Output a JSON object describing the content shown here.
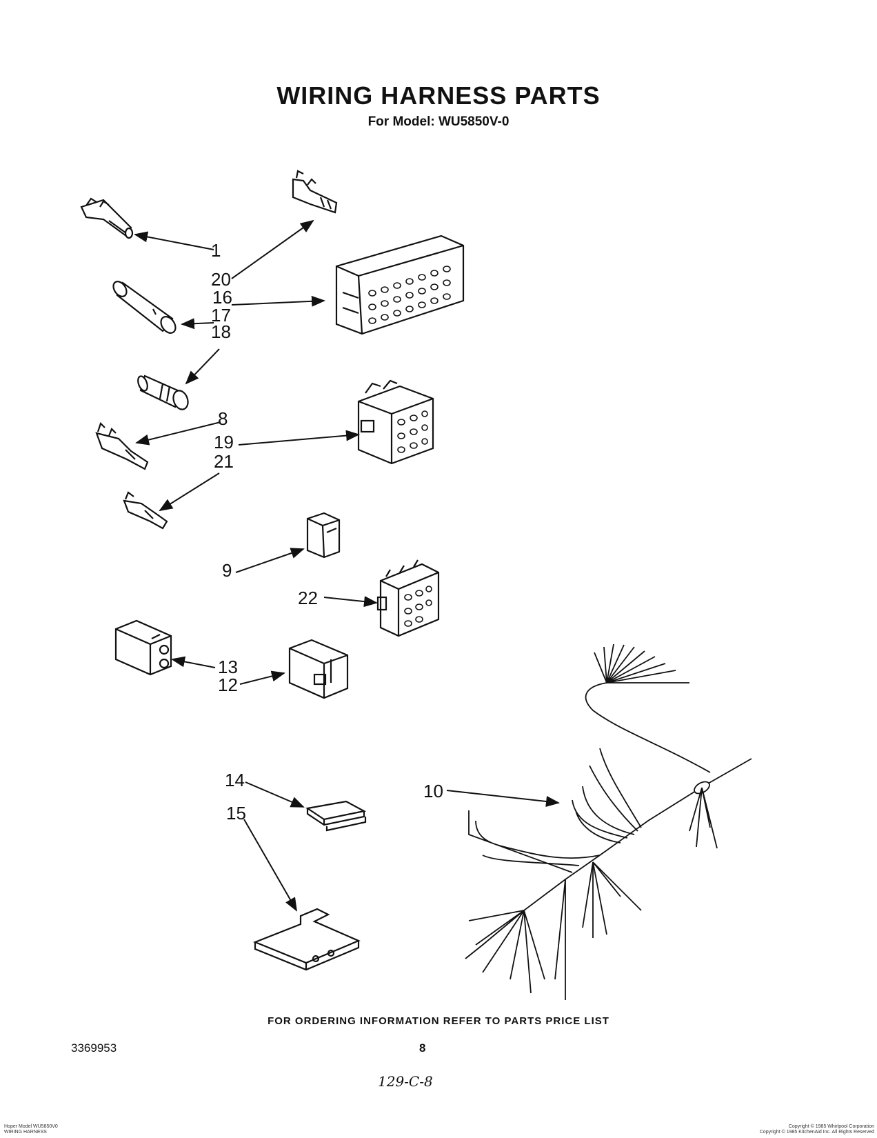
{
  "header": {
    "title": "WIRING HARNESS PARTS",
    "subtitle": "For Model: WU5850V-0"
  },
  "callouts": [
    {
      "id": "1",
      "label": "1"
    },
    {
      "id": "20",
      "label": "20"
    },
    {
      "id": "16",
      "label": "16"
    },
    {
      "id": "17",
      "label": "17"
    },
    {
      "id": "18",
      "label": "18"
    },
    {
      "id": "8",
      "label": "8"
    },
    {
      "id": "19",
      "label": "19"
    },
    {
      "id": "21",
      "label": "21"
    },
    {
      "id": "9",
      "label": "9"
    },
    {
      "id": "22",
      "label": "22"
    },
    {
      "id": "13",
      "label": "13"
    },
    {
      "id": "12",
      "label": "12"
    },
    {
      "id": "14",
      "label": "14"
    },
    {
      "id": "15",
      "label": "15"
    },
    {
      "id": "10",
      "label": "10"
    }
  ],
  "footer": {
    "ordering_note": "FOR ORDERING INFORMATION REFER TO PARTS PRICE LIST",
    "doc_number": "3369953",
    "page_number": "8",
    "handwritten_note": "129-C-8",
    "bottom_left_line1": "Hoper Model WU5850V0",
    "bottom_left_line2": "WIRING HARNESS",
    "bottom_right_line1": "Copyright © 1985 Whirlpool Corporation",
    "bottom_right_line2": "Copyright © 1985 KitchenAid Inc. All Rights Reserved"
  }
}
